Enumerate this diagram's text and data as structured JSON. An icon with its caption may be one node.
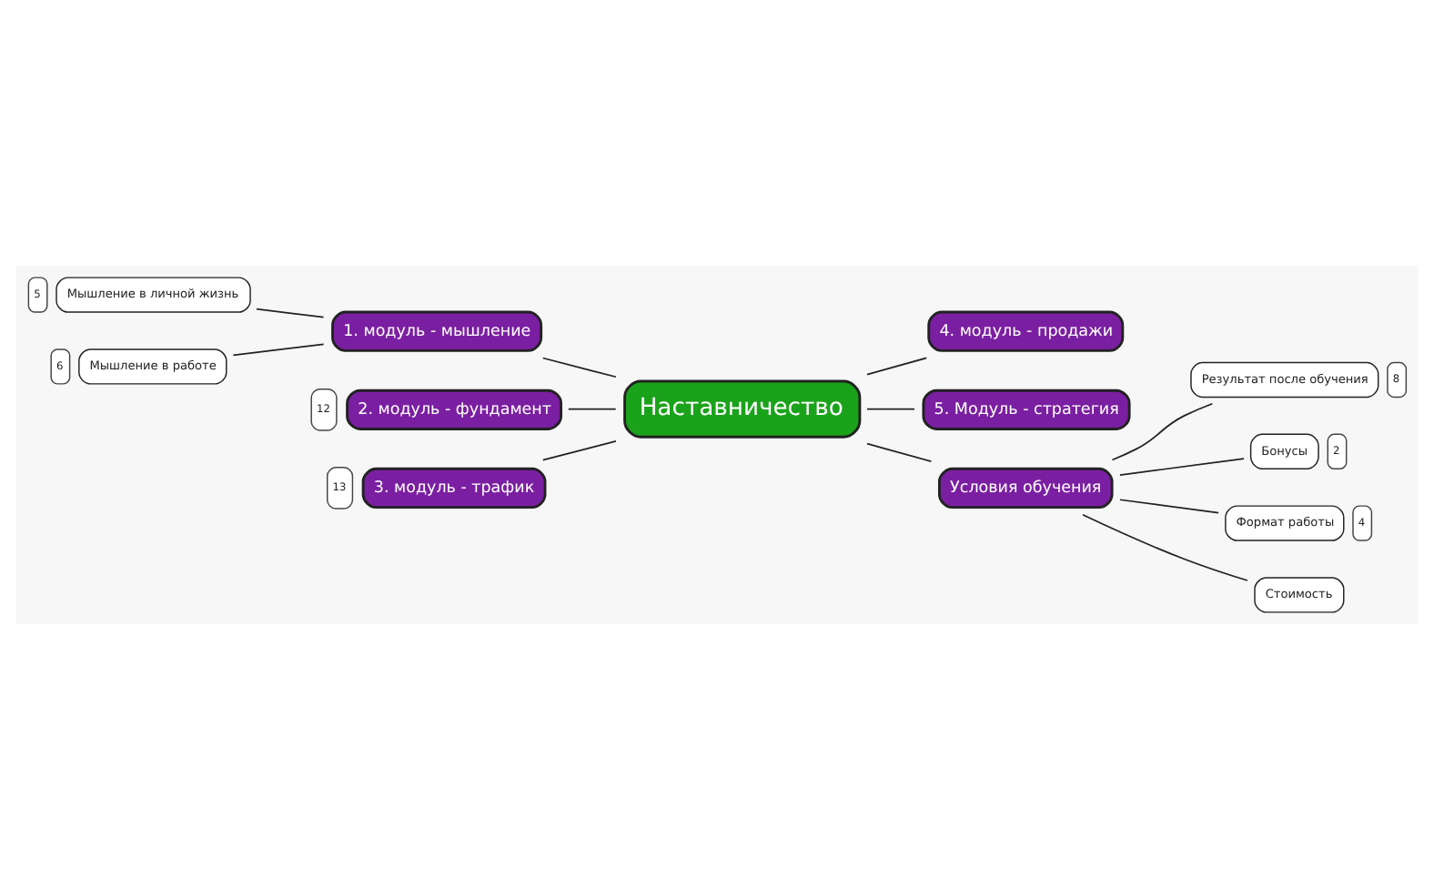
{
  "diagram": {
    "nodes": [
      {
        "text": [
          "Наставничество"
        ]
      },
      {
        "text": [
          "1. модуль - мышление"
        ]
      },
      {
        "text": [
          "Мышление в личной жизнь"
        ],
        "beside": [
          "5"
        ]
      },
      {
        "text": [
          "Мышление в работе"
        ],
        "beside": [
          "6"
        ]
      },
      {
        "text": [
          "2. модуль - фундамент"
        ],
        "beside": [
          "12"
        ]
      },
      {
        "text": [
          "3. модуль - трафик"
        ],
        "beside": [
          "13"
        ]
      },
      {
        "text": [
          "4. модуль - продажи"
        ]
      },
      {
        "text": [
          "5. Модуль - стратегия"
        ]
      },
      {
        "text": [
          "Условия обучения"
        ]
      },
      {
        "text": [
          "Результат после обучения"
        ],
        "beside": [
          "8"
        ]
      },
      {
        "text": [
          "Бонусы"
        ],
        "beside": [
          "2"
        ]
      },
      {
        "text": [
          "Формат работы"
        ],
        "beside": [
          "4"
        ]
      },
      {
        "text": [
          "Стоимость"
        ]
      }
    ],
    "edges": [
      {
        "from": 0,
        "to": 1,
        "arrow": "none"
      },
      {
        "from": 1,
        "to": 2,
        "arrow": "none"
      },
      {
        "from": 1,
        "to": 3,
        "arrow": "none"
      },
      {
        "from": 0,
        "to": 4,
        "arrow": "none"
      },
      {
        "from": 0,
        "to": 5,
        "arrow": "none"
      },
      {
        "from": 0,
        "to": 6,
        "arrow": "none"
      },
      {
        "from": 0,
        "to": 7,
        "arrow": "none"
      },
      {
        "from": 0,
        "to": 8,
        "arrow": "none"
      },
      {
        "from": 8,
        "to": 9,
        "arrow": "none"
      },
      {
        "from": 8,
        "to": 10,
        "arrow": "none"
      },
      {
        "from": 8,
        "to": 11,
        "arrow": "none"
      },
      {
        "from": 8,
        "to": 12,
        "arrow": "none"
      }
    ]
  }
}
